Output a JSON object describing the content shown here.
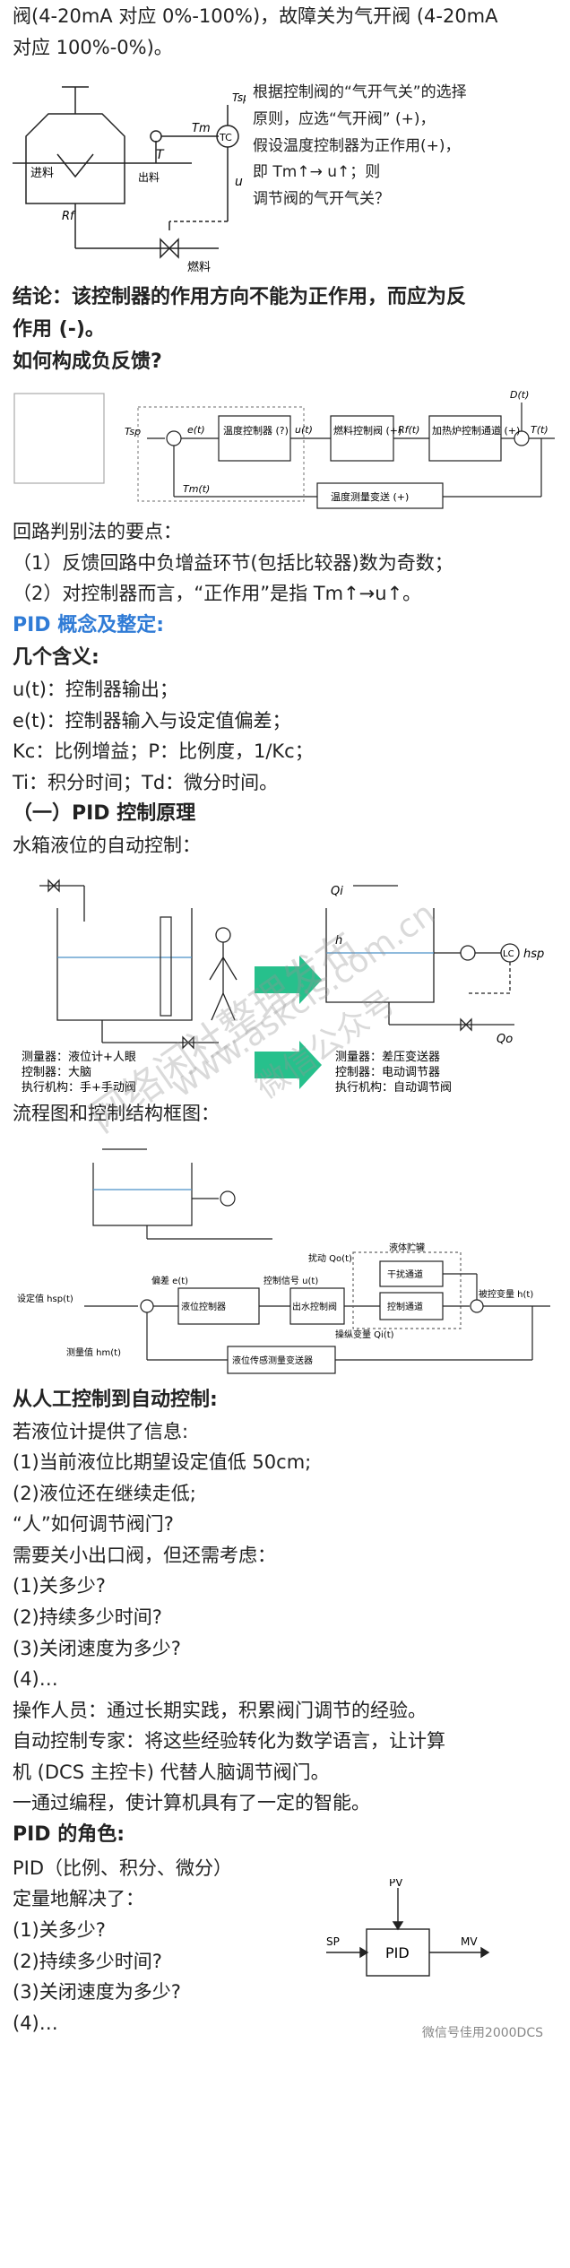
{
  "intro": {
    "line1": "阀(4-20mA 对应 0%-100%)，故障关为气开阀 (4-20mA",
    "line2": "对应 100%-0%)。"
  },
  "diagram1": {
    "labels": {
      "feed": "进料",
      "out": "出料",
      "fuel": "燃料",
      "tm": "Tm",
      "tsp": "Tsp",
      "t": "T",
      "tc": "TC",
      "u": "u",
      "rf": "Rf"
    },
    "text": [
      "根据控制阀的“气开气关”的选择",
      "原则，应选“气开阀” (+)，",
      "假设温度控制器为正作用(+)，",
      "即 Tm↑→ u↑；则",
      "调节阀的气开气关？"
    ]
  },
  "conclusion": {
    "line1": "结论：该控制器的作用方向不能为正作用，而应为反",
    "line2": "作用 (-)。"
  },
  "heading_feedback": "如何构成负反馈?",
  "diagram2": {
    "blocks": [
      "温度控制器 (?)",
      "燃料控制阀 (+)",
      "加热炉控制通道 (+)",
      "温度测量变送 (+)"
    ],
    "signals": [
      "Tsp",
      "e(t)",
      "u(t)",
      "Rf(t)",
      "T(t)",
      "D(t)",
      "Tm(t)"
    ]
  },
  "loop_rule": {
    "title": "回路判别法的要点：",
    "item1": "（1）反馈回路中负增益环节(包括比较器)数为奇数；",
    "item2": "（2）对控制器而言，“正作用”是指 Tm↑→u↑。"
  },
  "pid_heading": "PID 概念及整定:",
  "meanings": {
    "title": "几个含义:",
    "items": [
      "u(t)：控制器输出；",
      "e(t)：控制器输入与设定值偏差；",
      "Kc：比例增益；P：比例度，1/Kc；",
      "Ti：积分时间；Td：微分时间。"
    ]
  },
  "section1": "（一）PID 控制原理",
  "water_title": "水箱液位的自动控制：",
  "diagram3": {
    "left_lines": [
      "测量器：液位计+人眼",
      "控制器：大脑",
      "执行机构：手+手动阀"
    ],
    "right_lines": [
      "测量器：差压变送器",
      "控制器：电动调节器",
      "执行机构：自动调节阀"
    ],
    "labels": {
      "qi": "Qi",
      "qo": "Qo",
      "h": "h",
      "hsp": "hsp",
      "lc": "LC"
    }
  },
  "watermark": [
    "网络闲社整理发布",
    "www.askcis.com.cn",
    "微信公众号"
  ],
  "flow_title": "流程图和控制结构框图：",
  "diagram4": {
    "blocks": [
      "液位控制器",
      "出水控制阀",
      "控制通道",
      "干扰通道",
      "液位传感测量变送器"
    ],
    "labels": [
      "设定值 hsp(t)",
      "偏差 e(t)",
      "控制信号 u(t)",
      "操纵变量 Qi(t)",
      "被控变量 h(t)",
      "扰动 Qo(t)",
      "测量值 hm(t)",
      "液体贮罐"
    ]
  },
  "manual": {
    "title": "从人工控制到自动控制:",
    "lines": [
      "若液位计提供了信息:",
      "(1)当前液位比期望设定值低 50cm;",
      "(2)液位还在继续走低;",
      "“人”如何调节阀门?",
      "需要关小出口阀，但还需考虑：",
      "(1)关多少?",
      "(2)持续多少时间?",
      "(3)关闭速度为多少?",
      "(4)…",
      "操作人员：通过长期实践，积累阀门调节的经验。",
      "自动控制专家：将这些经验转化为数学语言，让计算",
      "机 (DCS 主控卡) 代替人脑调节阀门。",
      "一通过编程，使计算机具有了一定的智能。"
    ]
  },
  "pid_role": {
    "title": "PID 的角色:",
    "lines": [
      "PID（比例、积分、微分）",
      "定量地解决了：",
      "(1)关多少?",
      "(2)持续多少时间?",
      "(3)关闭速度为多少?",
      "(4)…"
    ],
    "diagram": {
      "pv": "PV",
      "sp": "SP",
      "mv": "MV",
      "block": "PID"
    }
  },
  "footer": "微信号佳用2000DCS"
}
